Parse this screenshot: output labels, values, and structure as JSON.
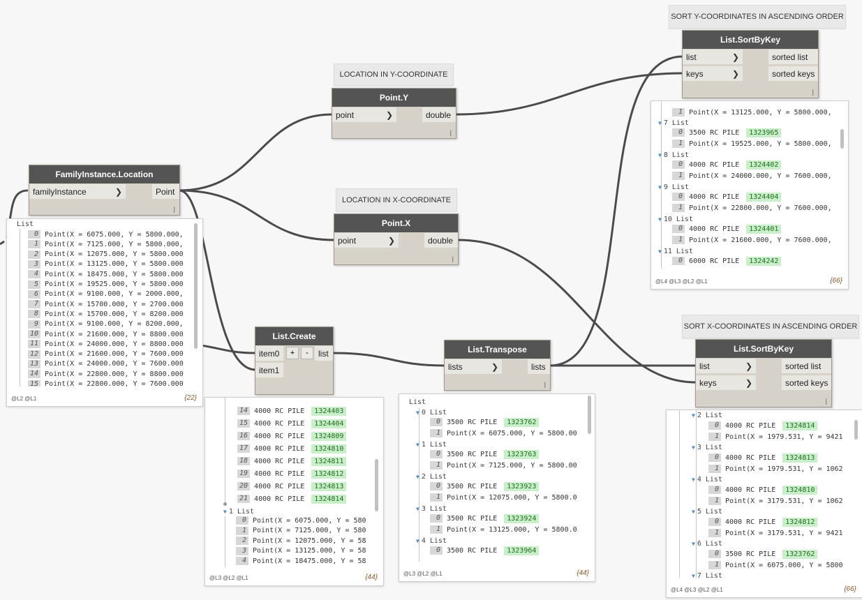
{
  "notes": {
    "y_sort": "SORT Y-COORDINATES IN ASCENDING ORDER",
    "x_sort": "SORT X-COORDINATES IN ASCENDING ORDER",
    "loc_y": "LOCATION IN Y-COORDINATE",
    "loc_x": "LOCATION IN X-COORDINATE"
  },
  "nodes": {
    "family": {
      "title": "FamilyInstance.Location",
      "in": "familyInstance",
      "out": "Point"
    },
    "pointy": {
      "title": "Point.Y",
      "in": "point",
      "out": "double"
    },
    "pointx": {
      "title": "Point.X",
      "in": "point",
      "out": "double"
    },
    "listcreate": {
      "title": "List.Create",
      "in0": "item0",
      "in1": "item1",
      "plus": "+",
      "minus": "-",
      "out": "list"
    },
    "transpose": {
      "title": "List.Transpose",
      "in": "lists",
      "out": "lists"
    },
    "sorty": {
      "title": "List.SortByKey",
      "in0": "list",
      "in1": "keys",
      "out0": "sorted list",
      "out1": "sorted keys"
    },
    "sortx": {
      "title": "List.SortByKey",
      "in0": "list",
      "in1": "keys",
      "out0": "sorted list",
      "out1": "sorted keys"
    },
    "lacing": "|"
  },
  "preview_family": {
    "head": "List",
    "rows": [
      {
        "i": "0",
        "t": "Point(X = 6075.000, Y = 5800.000,"
      },
      {
        "i": "1",
        "t": "Point(X = 7125.000, Y = 5800.000,"
      },
      {
        "i": "2",
        "t": "Point(X = 12075.000, Y = 5800.000"
      },
      {
        "i": "3",
        "t": "Point(X = 13125.000, Y = 5800.000"
      },
      {
        "i": "4",
        "t": "Point(X = 18475.000, Y = 5800.000"
      },
      {
        "i": "5",
        "t": "Point(X = 19525.000, Y = 5800.000"
      },
      {
        "i": "6",
        "t": "Point(X = 9100.000, Y = 2000.000,"
      },
      {
        "i": "7",
        "t": "Point(X = 15700.000, Y = 2700.000"
      },
      {
        "i": "8",
        "t": "Point(X = 15700.000, Y = 8200.000"
      },
      {
        "i": "9",
        "t": "Point(X = 9100.000, Y = 8200.000,"
      },
      {
        "i": "10",
        "t": "Point(X = 21600.000, Y = 8800.000"
      },
      {
        "i": "11",
        "t": "Point(X = 24000.000, Y = 8800.000"
      },
      {
        "i": "12",
        "t": "Point(X = 21600.000, Y = 7600.000"
      },
      {
        "i": "13",
        "t": "Point(X = 24000.000, Y = 7600.000"
      },
      {
        "i": "14",
        "t": "Point(X = 22800.000, Y = 8800.000"
      },
      {
        "i": "15",
        "t": "Point(X = 22800.000, Y = 7600.000"
      }
    ],
    "levels": "@L2 @L1",
    "count": "{22}"
  },
  "preview_create": {
    "rows": [
      {
        "i": "14",
        "t": "4000 RC PILE",
        "id": "1324403"
      },
      {
        "i": "15",
        "t": "4000 RC PILE",
        "id": "1324404"
      },
      {
        "i": "16",
        "t": "4000 RC PILE",
        "id": "1324809"
      },
      {
        "i": "17",
        "t": "4000 RC PILE",
        "id": "1324810"
      },
      {
        "i": "18",
        "t": "4000 RC PILE",
        "id": "1324811"
      },
      {
        "i": "19",
        "t": "4000 RC PILE",
        "id": "1324812"
      },
      {
        "i": "20",
        "t": "4000 RC PILE",
        "id": "1324813"
      },
      {
        "i": "21",
        "t": "4000 RC PILE",
        "id": "1324814"
      }
    ],
    "sub_head": "1 List",
    "sub_rows": [
      {
        "i": "0",
        "t": "Point(X = 6075.000, Y = 580"
      },
      {
        "i": "1",
        "t": "Point(X = 7125.000, Y = 580"
      },
      {
        "i": "2",
        "t": "Point(X = 12075.000, Y = 58"
      },
      {
        "i": "3",
        "t": "Point(X = 13125.000, Y = 58"
      },
      {
        "i": "4",
        "t": "Point(X = 18475.000, Y = 58"
      }
    ],
    "levels": "@L3 @L2 @L1",
    "count": "{44}"
  },
  "preview_transpose": {
    "head": "List",
    "groups": [
      {
        "h": "0 List",
        "a": "3500 RC PILE",
        "id": "1323762",
        "b": "Point(X = 6075.000, Y = 5800.00"
      },
      {
        "h": "1 List",
        "a": "3500 RC PILE",
        "id": "1323763",
        "b": "Point(X = 7125.000, Y = 5800.00"
      },
      {
        "h": "2 List",
        "a": "3500 RC PILE",
        "id": "1323923",
        "b": "Point(X = 12075.000, Y = 5800.0"
      },
      {
        "h": "3 List",
        "a": "3500 RC PILE",
        "id": "1323924",
        "b": "Point(X = 13125.000, Y = 5800.0"
      },
      {
        "h": "4 List",
        "a": "3500 RC PILE",
        "id": "1323964",
        "b": ""
      }
    ],
    "levels": "@L3 @L2 @L1",
    "count": "{44}"
  },
  "preview_sorty": {
    "top_row": {
      "i": "1",
      "t": "Point(X = 13125.000, Y = 5800.000,"
    },
    "groups": [
      {
        "h": "7 List",
        "a": "3500 RC PILE",
        "id": "1323965",
        "b": "Point(X = 19525.000, Y = 5800.000,"
      },
      {
        "h": "8 List",
        "a": "4000 RC PILE",
        "id": "1324402",
        "b": "Point(X = 24000.000, Y = 7600.000,"
      },
      {
        "h": "9 List",
        "a": "4000 RC PILE",
        "id": "1324404",
        "b": "Point(X = 22800.000, Y = 7600.000,"
      },
      {
        "h": "10 List",
        "a": "4000 RC PILE",
        "id": "1324401",
        "b": "Point(X = 21600.000, Y = 7600.000,"
      },
      {
        "h": "11 List",
        "a": "6000 RC PILE",
        "id": "1324242",
        "b": ""
      }
    ],
    "levels": "@L4 @L3 @L2 @L1",
    "count": "{66}"
  },
  "preview_sortx": {
    "groups": [
      {
        "h": "2 List",
        "a": "4000 RC PILE",
        "id": "1324814",
        "b": "Point(X = 1979.531, Y = 9421"
      },
      {
        "h": "3 List",
        "a": "4000 RC PILE",
        "id": "1324813",
        "b": "Point(X = 1979.531, Y = 1062"
      },
      {
        "h": "4 List",
        "a": "4000 RC PILE",
        "id": "1324810",
        "b": "Point(X = 3179.531, Y = 1062"
      },
      {
        "h": "5 List",
        "a": "4000 RC PILE",
        "id": "1324812",
        "b": "Point(X = 3179.531, Y = 9421"
      },
      {
        "h": "6 List",
        "a": "3500 RC PILE",
        "id": "1323762",
        "b": "Point(X = 6075.000, Y = 5800"
      }
    ],
    "tail": "7 List",
    "levels": "@L4 @L3 @L2 @L1",
    "count": "{66}"
  }
}
